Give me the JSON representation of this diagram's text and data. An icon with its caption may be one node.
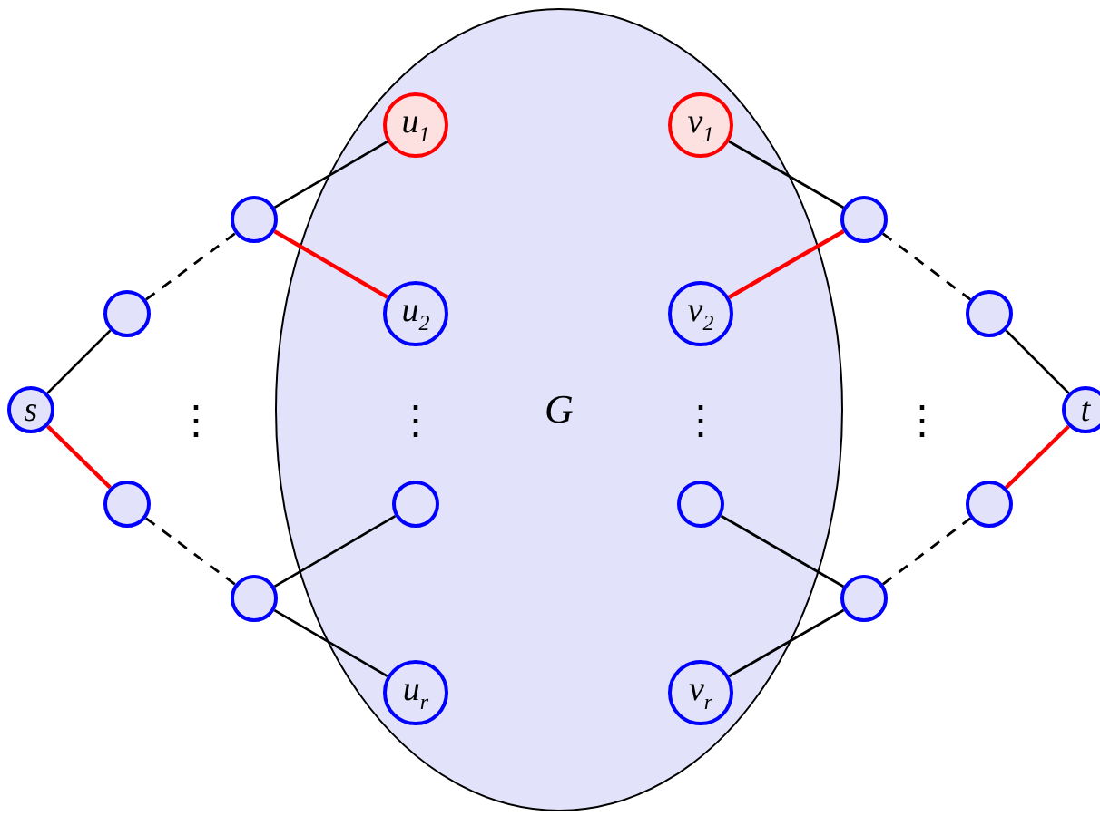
{
  "diagram": {
    "nodes": [
      {
        "text": [
          "G"
        ]
      },
      {
        "text": [
          "s"
        ]
      },
      {
        "text": [],
        "shape": "circle"
      },
      {
        "text": [],
        "shape": "circle"
      },
      {
        "text": [],
        "shape": "circle"
      },
      {
        "text": [],
        "shape": "circle"
      },
      {
        "text": [
          "u$_{1}$"
        ],
        "in": 0
      },
      {
        "text": [
          "u$_{2}$"
        ],
        "in": 0
      },
      {
        "text": [],
        "shape": "circle",
        "in": 0
      },
      {
        "text": [
          "u$_{r}$"
        ],
        "in": 0
      },
      {
        "text": [
          "v$_{1}$"
        ],
        "in": 0
      },
      {
        "text": [
          "v$_{2}$"
        ],
        "in": 0
      },
      {
        "text": [],
        "shape": "circle",
        "in": 0
      },
      {
        "text": [
          "v$_{r}$"
        ],
        "in": 0
      },
      {
        "text": [],
        "shape": "circle"
      },
      {
        "text": [],
        "shape": "circle"
      },
      {
        "text": [],
        "shape": "circle"
      },
      {
        "text": [],
        "shape": "circle"
      },
      {
        "text": [
          "t"
        ]
      }
    ],
    "edges": [
      {
        "from": 1,
        "to": 2,
        "arrow": "none"
      },
      {
        "from": 1,
        "to": 3,
        "arrow": "none",
        "color": "#ff0000"
      },
      {
        "from": 2,
        "to": 4,
        "arrow": "none",
        "style": "dashed"
      },
      {
        "from": 3,
        "to": 5,
        "arrow": "none",
        "style": "dashed"
      },
      {
        "from": 4,
        "to": 6,
        "arrow": "none"
      },
      {
        "from": 4,
        "to": 7,
        "arrow": "none",
        "color": "#ff0000"
      },
      {
        "from": 5,
        "to": 8,
        "arrow": "none"
      },
      {
        "from": 5,
        "to": 9,
        "arrow": "none"
      },
      {
        "from": 10,
        "to": 14,
        "arrow": "none"
      },
      {
        "from": 11,
        "to": 14,
        "arrow": "none",
        "color": "#ff0000"
      },
      {
        "from": 12,
        "to": 15,
        "arrow": "none"
      },
      {
        "from": 13,
        "to": 15,
        "arrow": "none"
      },
      {
        "from": 14,
        "to": 16,
        "arrow": "none",
        "style": "dashed"
      },
      {
        "from": 15,
        "to": 17,
        "arrow": "none",
        "style": "dashed"
      },
      {
        "from": 16,
        "to": 18,
        "arrow": "none"
      },
      {
        "from": 17,
        "to": 18,
        "arrow": "none",
        "color": "#ff0000"
      }
    ],
    "labels": [
      "⋮",
      "⋮",
      "⋮",
      "⋮"
    ]
  }
}
